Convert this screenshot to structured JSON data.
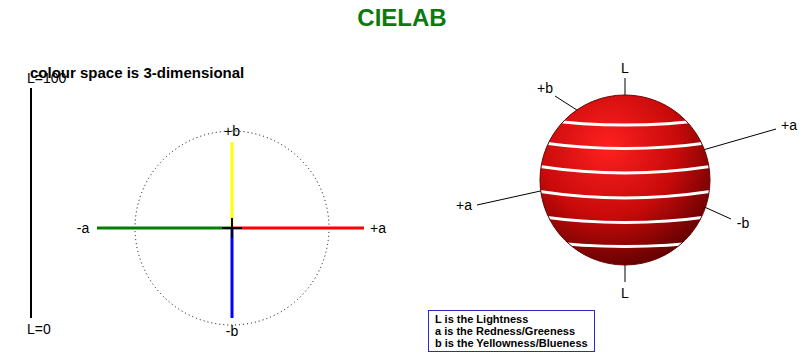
{
  "diagram": {
    "title": "CIELAB",
    "nodes": [
      {
        "text": [
          "L is the Lightness",
          "a is the Redness/Greeness",
          "b is the Yellowness/Blueness"
        ]
      }
    ],
    "labels": [
      "colour space is 3-dimensional",
      "L=100",
      "L=0",
      "+b",
      "-a",
      "+a",
      "-b",
      "L",
      "+b",
      "+a",
      "+a",
      "-b",
      "L"
    ]
  }
}
